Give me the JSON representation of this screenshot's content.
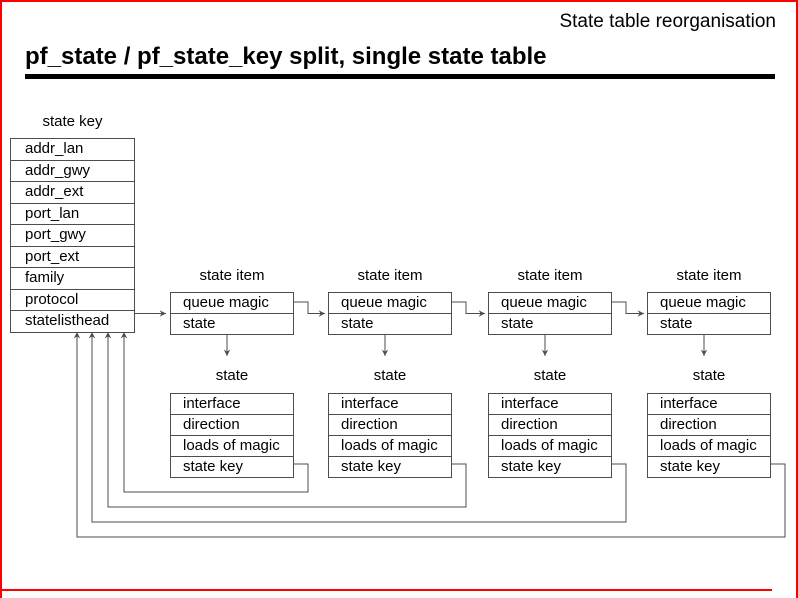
{
  "header": {
    "eyebrow": "State table reorganisation",
    "title": "pf_state / pf_state_key split, single state table"
  },
  "state_key_table": {
    "label": "state key",
    "rows": [
      "addr_lan",
      "addr_gwy",
      "addr_ext",
      "port_lan",
      "port_gwy",
      "port_ext",
      "family",
      "protocol",
      "statelisthead"
    ]
  },
  "columns": [
    {
      "item_label": "state item",
      "item_rows": [
        "queue magic",
        "state"
      ],
      "state_label": "state",
      "state_rows": [
        "interface",
        "direction",
        "loads of magic",
        "state key"
      ]
    },
    {
      "item_label": "state item",
      "item_rows": [
        "queue magic",
        "state"
      ],
      "state_label": "state",
      "state_rows": [
        "interface",
        "direction",
        "loads of magic",
        "state key"
      ]
    },
    {
      "item_label": "state item",
      "item_rows": [
        "queue magic",
        "state"
      ],
      "state_label": "state",
      "state_rows": [
        "interface",
        "direction",
        "loads of magic",
        "state key"
      ]
    },
    {
      "item_label": "state item",
      "item_rows": [
        "queue magic",
        "state"
      ],
      "state_label": "state",
      "state_rows": [
        "interface",
        "direction",
        "loads of magic",
        "state key"
      ]
    }
  ],
  "colors": {
    "frame_red": "#ff0000",
    "line_gray": "#4d4d4d",
    "rule_black": "#000000"
  }
}
